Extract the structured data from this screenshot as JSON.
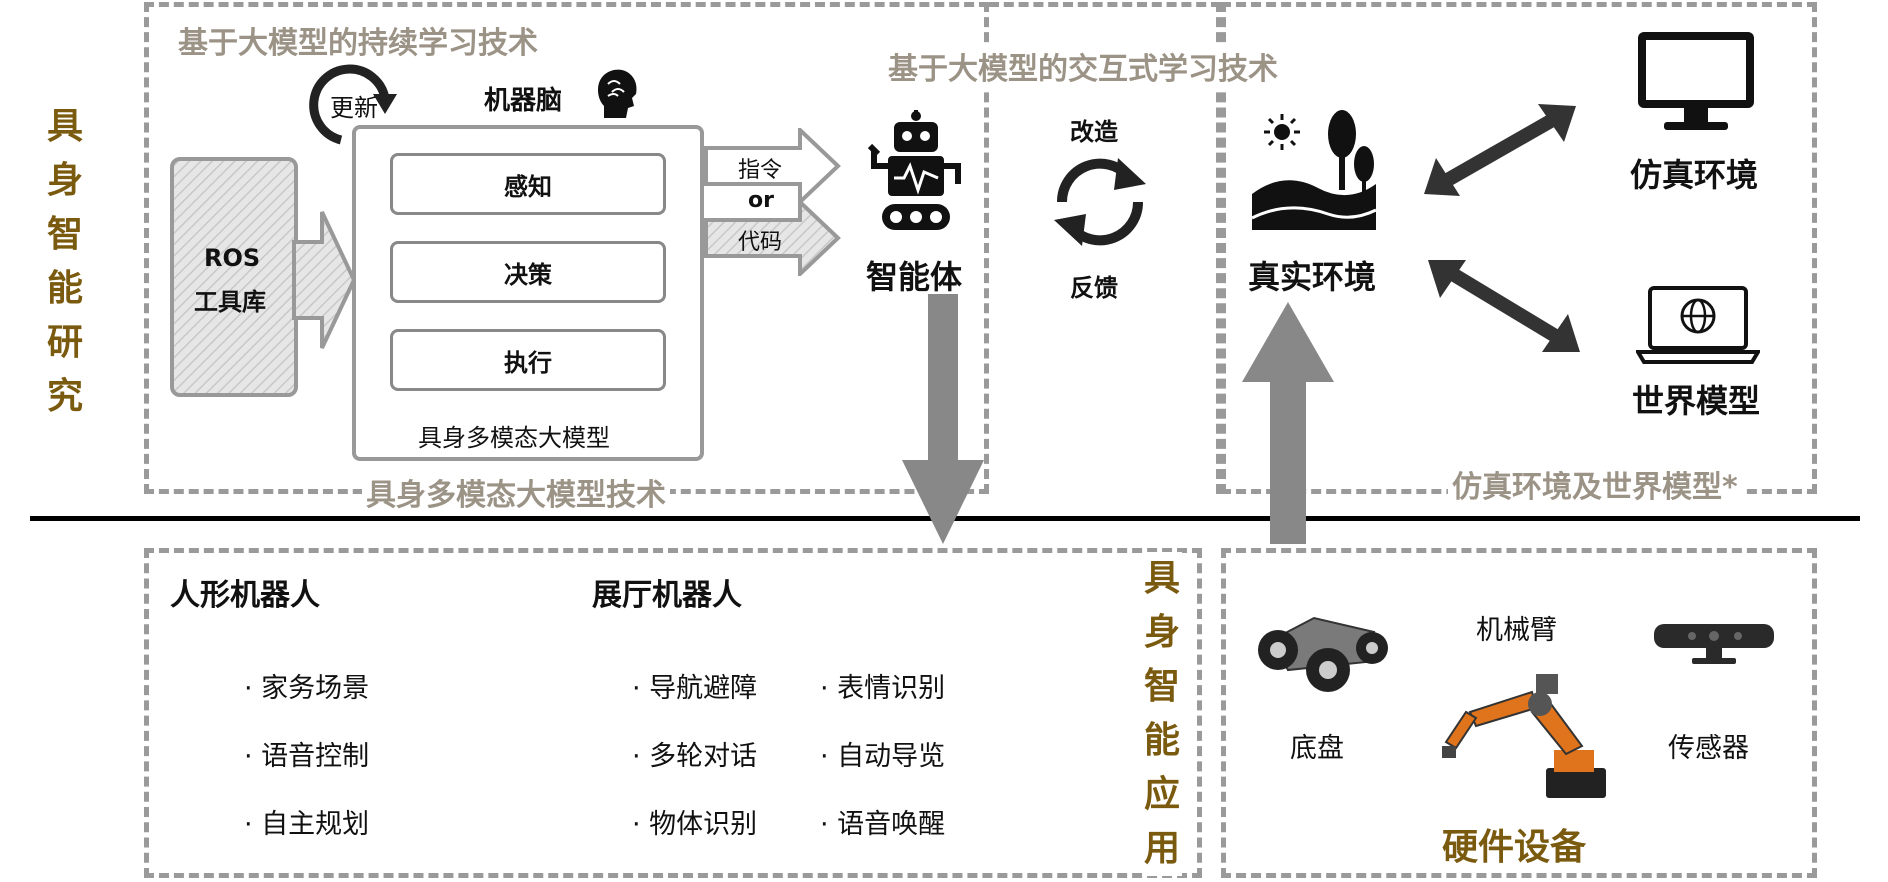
{
  "colors": {
    "accent": "#7a5a0e",
    "section_title": "#9c9387",
    "arrow_gray": "#888888"
  },
  "left_label": "具身智能研究",
  "app_label": "具身智能应用",
  "sections": {
    "continual": "基于大模型的持续学习技术",
    "interactive": "基于大模型的交互式学习技术",
    "multimodal": "具身多模态大模型技术",
    "sim_world": "仿真环境及世界模型*"
  },
  "research": {
    "update": "更新",
    "brain": "机器脑",
    "ros_line1": "ROS",
    "ros_line2": "工具库",
    "modules": [
      "感知",
      "决策",
      "执行"
    ],
    "model_caption": "具身多模态大模型",
    "out_cmd": "指令",
    "out_or": "or",
    "out_code": "代码",
    "agent": "智能体",
    "transform": "改造",
    "feedback": "反馈",
    "real_env": "真实环境",
    "sim_env": "仿真环境",
    "world_model": "世界模型"
  },
  "apps": {
    "humanoid": {
      "title": "人形机器人",
      "items": [
        "家务场景",
        "语音控制",
        "自主规划"
      ]
    },
    "hall": {
      "title": "展厅机器人",
      "col1": [
        "导航避障",
        "多轮对话",
        "物体识别"
      ],
      "col2": [
        "表情识别",
        "自动导览",
        "语音唤醒"
      ]
    },
    "hardware": {
      "chassis": "底盘",
      "arm": "机械臂",
      "sensor": "传感器",
      "title": "硬件设备"
    }
  },
  "icons": [
    "brain-icon",
    "robot-icon",
    "refresh-icon",
    "landscape-icon",
    "monitor-icon",
    "laptop-globe-icon",
    "chassis-icon",
    "robot-arm-icon",
    "sensor-icon"
  ]
}
